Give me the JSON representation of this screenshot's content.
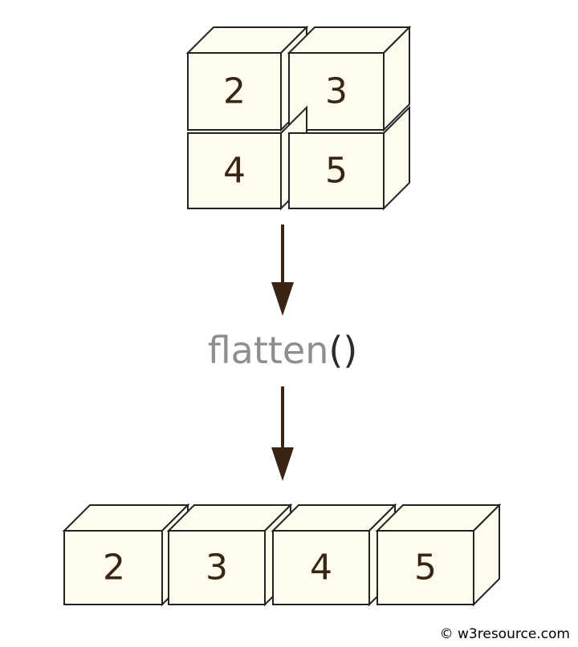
{
  "input_matrix": {
    "cells": [
      "2",
      "3",
      "4",
      "5"
    ]
  },
  "operation": {
    "name": "flatten",
    "parens": "()"
  },
  "output_array": {
    "cells": [
      "2",
      "3",
      "4",
      "5"
    ]
  },
  "footer": {
    "copyright": "© w3resource.com"
  },
  "colors": {
    "cube_fill": "#fffcee",
    "cube_stroke": "#222222",
    "number_color": "#3a2412",
    "arrow_color": "#3b2314",
    "function_name_color": "#8e8e8e",
    "parens_color": "#2b2b2b"
  }
}
